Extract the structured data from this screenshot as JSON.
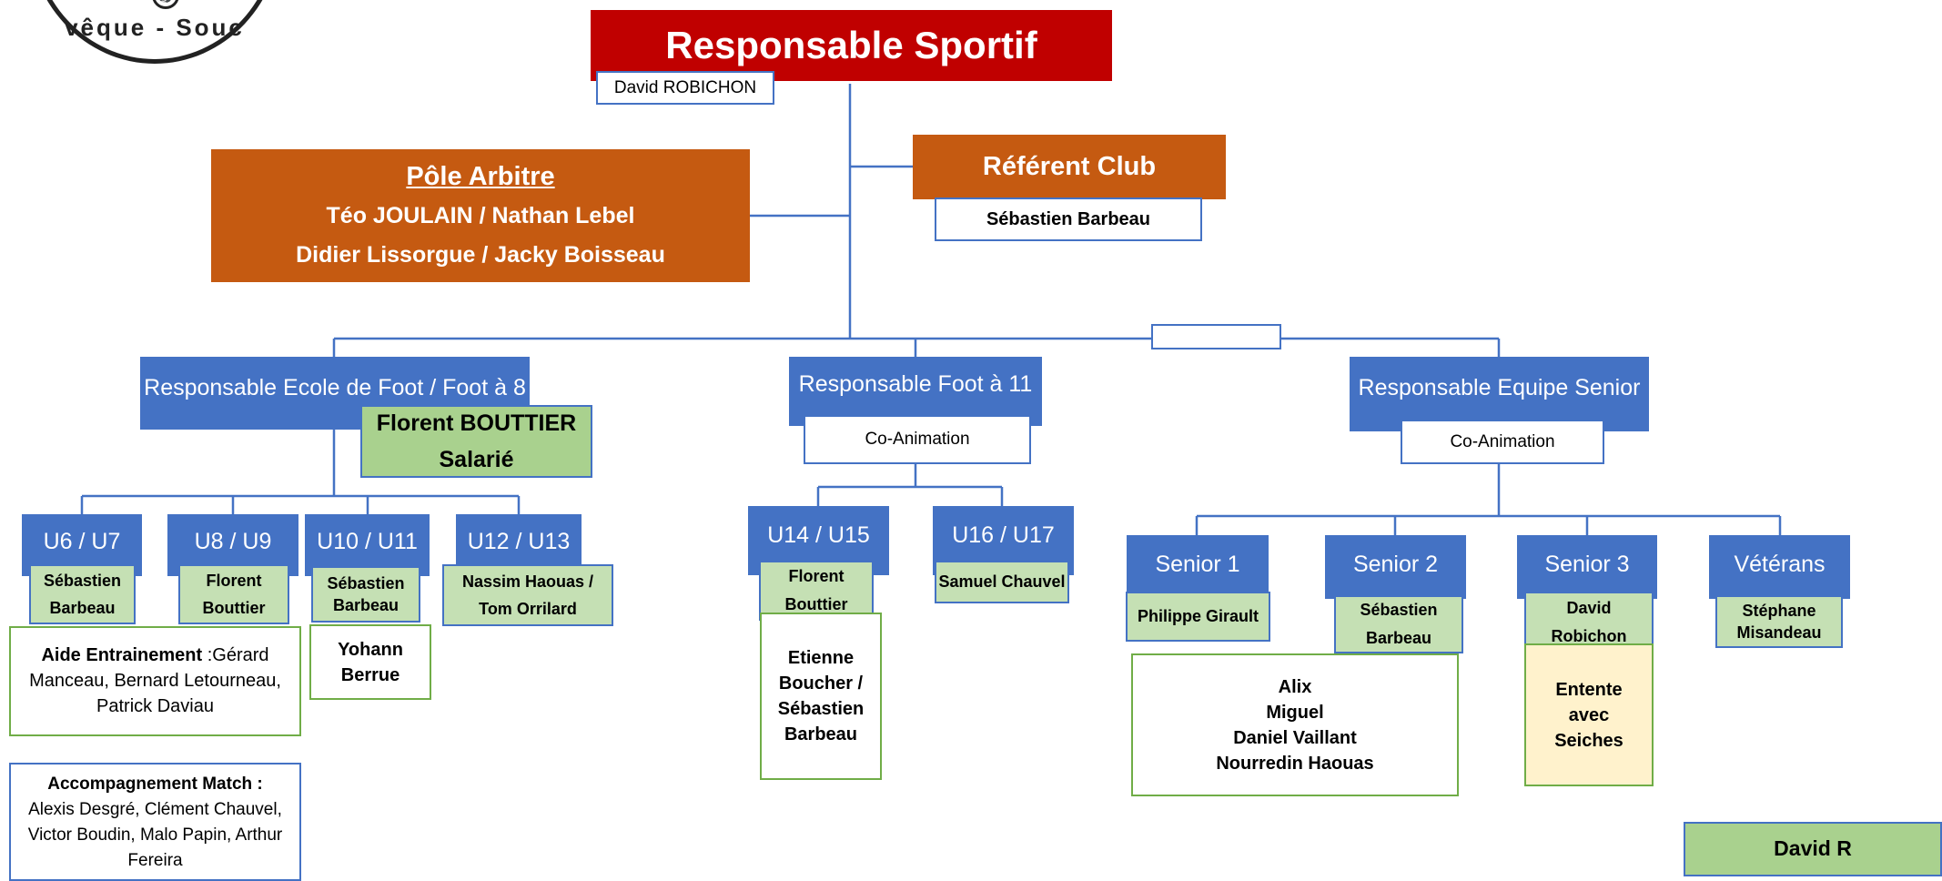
{
  "logo": {
    "text": "vêque - Souc"
  },
  "top": {
    "title": "Responsable Sportif",
    "name": "David ROBICHON"
  },
  "referent": {
    "title": "Référent Club",
    "name": "Sébastien Barbeau"
  },
  "pole": {
    "title": "Pôle Arbitre",
    "line1": "Téo JOULAIN / Nathan Lebel",
    "line2": "Didier Lissorgue / Jacky Boisseau"
  },
  "ecole": {
    "title": "Responsable Ecole de Foot / Foot à 8",
    "manager_line1": "Florent BOUTTIER",
    "manager_line2": "Salarié",
    "teams": [
      {
        "label": "U6 / U7",
        "coach": [
          "Sébastien",
          "Barbeau"
        ]
      },
      {
        "label": "U8 / U9",
        "coach": [
          "Florent",
          "Bouttier"
        ]
      },
      {
        "label": "U10 / U11",
        "coach": [
          "Sébastien",
          "Barbeau"
        ]
      },
      {
        "label": "U12 / U13",
        "coach": [
          "Nassim Haouas /",
          "Tom Orrilard"
        ]
      }
    ],
    "u10_helper": [
      "Yohann",
      "Berrue"
    ],
    "aide_title": "Aide Entrainement",
    "aide_text": " :Gérard Manceau, Bernard Letourneau, Patrick Daviau",
    "accomp_title": "Accompagnement Match :",
    "accomp_text": "Alexis Desgré, Clément Chauvel, Victor Boudin, Malo Papin, Arthur Fereira"
  },
  "foot11": {
    "title": "Responsable Foot à 11",
    "sub": "Co-Animation",
    "teams": [
      {
        "label": "U14 / U15",
        "coach": [
          "Florent",
          "Bouttier"
        ]
      },
      {
        "label": "U16 / U17",
        "coach": [
          "Samuel Chauvel"
        ]
      }
    ],
    "u14_helper": [
      "Etienne",
      "Boucher /",
      "Sébastien",
      "Barbeau"
    ]
  },
  "senior": {
    "title": "Responsable Equipe Senior",
    "sub": "Co-Animation",
    "teams": [
      {
        "label": "Senior 1",
        "coach": [
          "Philippe Girault"
        ]
      },
      {
        "label": "Senior 2",
        "coach": [
          "Sébastien",
          "Barbeau"
        ]
      },
      {
        "label": "Senior 3",
        "coach": [
          "David",
          "Robichon"
        ]
      },
      {
        "label": "Vétérans",
        "coach": [
          "Stéphane",
          "Misandeau"
        ]
      }
    ],
    "helpers": [
      "Alix",
      "Miguel",
      "Daniel Vaillant",
      "Nourredin Haouas"
    ],
    "entente": [
      "Entente",
      "avec",
      "Seiches"
    ]
  },
  "bottom_right": {
    "name": "David R"
  },
  "colors": {
    "red": "#c00000",
    "orange": "#c55a11",
    "blue": "#4472c4",
    "green_fill": "#c5e0b4",
    "green_border": "#70ad47",
    "yellow": "#fff2cc"
  }
}
